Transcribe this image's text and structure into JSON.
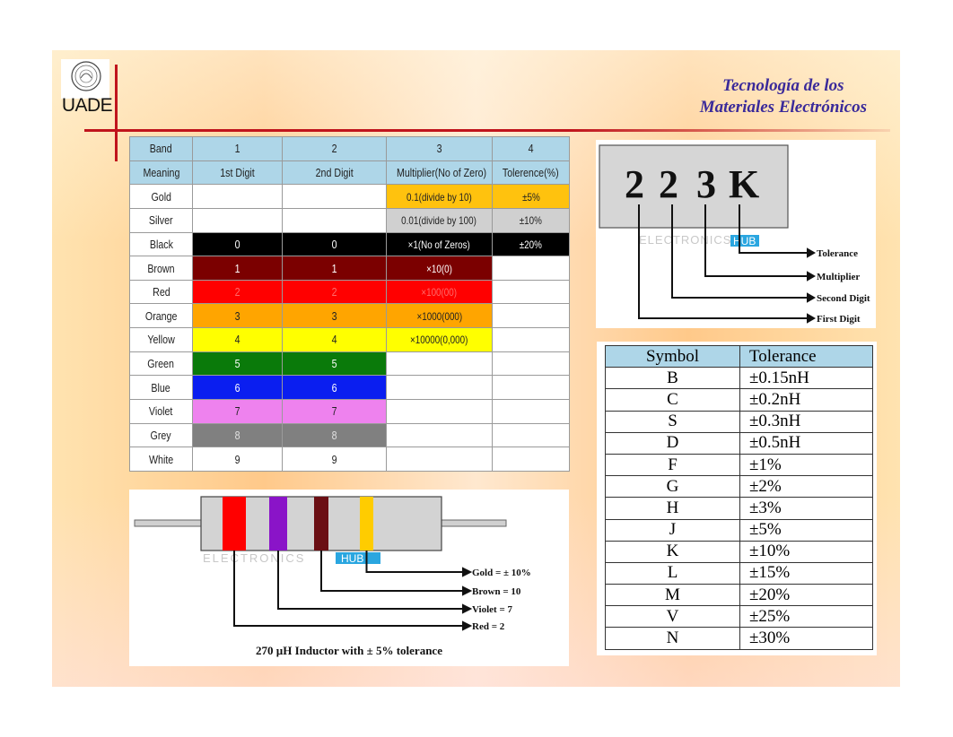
{
  "header": {
    "logo_text": "UADE",
    "title_line1": "Tecnología de los",
    "title_line2": "Materiales Electrónicos"
  },
  "color_table": {
    "header": [
      "Band",
      "1",
      "2",
      "3",
      "4"
    ],
    "meaning": [
      "Meaning",
      "1st Digit",
      "2nd Digit",
      "Multiplier(No of Zero)",
      "Tolerence(%)"
    ],
    "rows": [
      {
        "name": "Gold",
        "d1": "",
        "d2": "",
        "mult": "0.1(divide by 10)",
        "tol": "±5%",
        "color": "#ffc20e",
        "text": "#222",
        "mult_bg": "#ffc20e",
        "tol_bg": "#ffc20e"
      },
      {
        "name": "Silver",
        "d1": "",
        "d2": "",
        "mult": "0.01(divide by 100)",
        "tol": "±10%",
        "color": "#d0d0d0",
        "text": "#222",
        "mult_bg": "#d0d0d0",
        "tol_bg": "#d0d0d0"
      },
      {
        "name": "Black",
        "d1": "0",
        "d2": "0",
        "mult": "×1(No of Zeros)",
        "tol": "±20%",
        "color": "#000000",
        "text": "#ffffff",
        "mult_bg": "#000000",
        "tol_bg": "#000000"
      },
      {
        "name": "Brown",
        "d1": "1",
        "d2": "1",
        "mult": "×10(0)",
        "tol": "",
        "color": "#7b0000",
        "text": "#ffffff",
        "mult_bg": "#7b0000",
        "tol_bg": ""
      },
      {
        "name": "Red",
        "d1": "2",
        "d2": "2",
        "mult": "×100(00)",
        "tol": "",
        "color": "#ff0000",
        "text": "#ff6a6a",
        "mult_bg": "#ff0000",
        "tol_bg": ""
      },
      {
        "name": "Orange",
        "d1": "3",
        "d2": "3",
        "mult": "×1000(000)",
        "tol": "",
        "color": "#ffa500",
        "text": "#222",
        "mult_bg": "#ffa500",
        "tol_bg": ""
      },
      {
        "name": "Yellow",
        "d1": "4",
        "d2": "4",
        "mult": "×10000(0,000)",
        "tol": "",
        "color": "#ffff00",
        "text": "#222",
        "mult_bg": "#ffff00",
        "tol_bg": ""
      },
      {
        "name": "Green",
        "d1": "5",
        "d2": "5",
        "mult": "",
        "tol": "",
        "color": "#0a7a0a",
        "text": "#ffffff",
        "mult_bg": "",
        "tol_bg": ""
      },
      {
        "name": "Blue",
        "d1": "6",
        "d2": "6",
        "mult": "",
        "tol": "",
        "color": "#0a1ef0",
        "text": "#ffffff",
        "mult_bg": "",
        "tol_bg": ""
      },
      {
        "name": "Violet",
        "d1": "7",
        "d2": "7",
        "mult": "",
        "tol": "",
        "color": "#ee82ee",
        "text": "#222",
        "mult_bg": "",
        "tol_bg": ""
      },
      {
        "name": "Grey",
        "d1": "8",
        "d2": "8",
        "mult": "",
        "tol": "",
        "color": "#808080",
        "text": "#e0e0e0",
        "mult_bg": "",
        "tol_bg": ""
      },
      {
        "name": "White",
        "d1": "9",
        "d2": "9",
        "mult": "",
        "tol": "",
        "color": "#ffffff",
        "text": "#222",
        "mult_bg": "",
        "tol_bg": ""
      }
    ]
  },
  "capacitor": {
    "code": [
      "2",
      "2",
      "3",
      "K"
    ],
    "watermark_left": "ELECTRONICS",
    "watermark_right": "HUB",
    "labels": [
      "Tolerance",
      "Multiplier",
      "Second Digit",
      "First Digit"
    ]
  },
  "symbol_table": {
    "headers": [
      "Symbol",
      "Tolerance"
    ],
    "rows": [
      [
        "B",
        "±0.15nH"
      ],
      [
        "C",
        "±0.2nH"
      ],
      [
        "S",
        "±0.3nH"
      ],
      [
        "D",
        "±0.5nH"
      ],
      [
        "F",
        "±1%"
      ],
      [
        "G",
        "±2%"
      ],
      [
        "H",
        "±3%"
      ],
      [
        "J",
        "±5%"
      ],
      [
        "K",
        "±10%"
      ],
      [
        "L",
        "±15%"
      ],
      [
        "M",
        "±20%"
      ],
      [
        "V",
        "±25%"
      ],
      [
        "N",
        "±30%"
      ]
    ]
  },
  "inductor": {
    "watermark_left": "ELECTRONICS",
    "watermark_right": "HUB",
    "bands": [
      {
        "color": "#ff0000",
        "label": "Red = 2"
      },
      {
        "color": "#8a14c8",
        "label": "Violet = 7"
      },
      {
        "color": "#6b0f14",
        "label": "Brown = 10"
      },
      {
        "color": "#ffcc00",
        "label": "Gold = ± 10%"
      }
    ],
    "caption": "270 µH Inductor with ± 5% tolerance"
  }
}
